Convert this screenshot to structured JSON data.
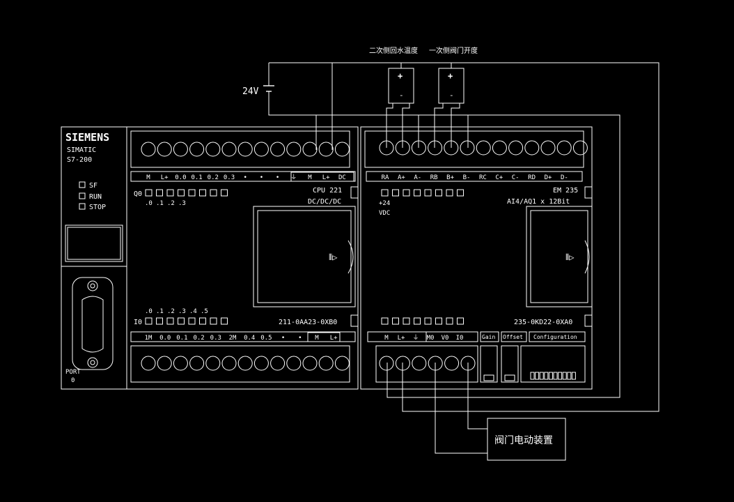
{
  "sensors": {
    "s1_label": "二次侧回水温度",
    "s2_label": "一次侧阀门开度",
    "plus": "+",
    "minus": "-"
  },
  "supply": {
    "voltage": "24V"
  },
  "actuator": {
    "label": "阀门电动装置"
  },
  "cpu": {
    "brand": "SIEMENS",
    "line1": "SIMATIC",
    "line2": "S7-200",
    "leds": [
      "SF",
      "RUN",
      "STOP"
    ],
    "port_label": "PORT",
    "port_num": "0",
    "top_terms": [
      "M",
      "L+",
      "0.0",
      "0.1",
      "0.2",
      "0.3",
      "•",
      "•",
      "•",
      "⏚",
      "M",
      "L+",
      "DC"
    ],
    "q_label": "Q0",
    "q_sub": [
      ".0",
      ".1",
      ".2",
      ".3"
    ],
    "model": "CPU 221",
    "model_sub": "DC/DC/DC",
    "i_sub": [
      ".0",
      ".1",
      ".2",
      ".3",
      ".4",
      ".5"
    ],
    "i_label": "I0",
    "order": "211-0AA23-0XB0",
    "bot_terms": [
      "1M",
      "0.0",
      "0.1",
      "0.2",
      "0.3",
      "2M",
      "0.4",
      "0.5",
      "•",
      "•",
      "M",
      "L+"
    ]
  },
  "em": {
    "top_terms": [
      "RA",
      "A+",
      "A-",
      "RB",
      "B+",
      "B-",
      "RC",
      "C+",
      "C-",
      "RD",
      "D+",
      "D-"
    ],
    "model": "EM 235",
    "model_sub": "AI4/AQ1 x 12Bit",
    "vdc1": "+24",
    "vdc2": "VDC",
    "order": "235-0KD22-0XA0",
    "bot_terms": [
      "M",
      "L+",
      "⏚",
      "M0",
      "V0",
      "I0"
    ],
    "gain": "Gain",
    "offset": "Offset",
    "config": "Configuration"
  }
}
